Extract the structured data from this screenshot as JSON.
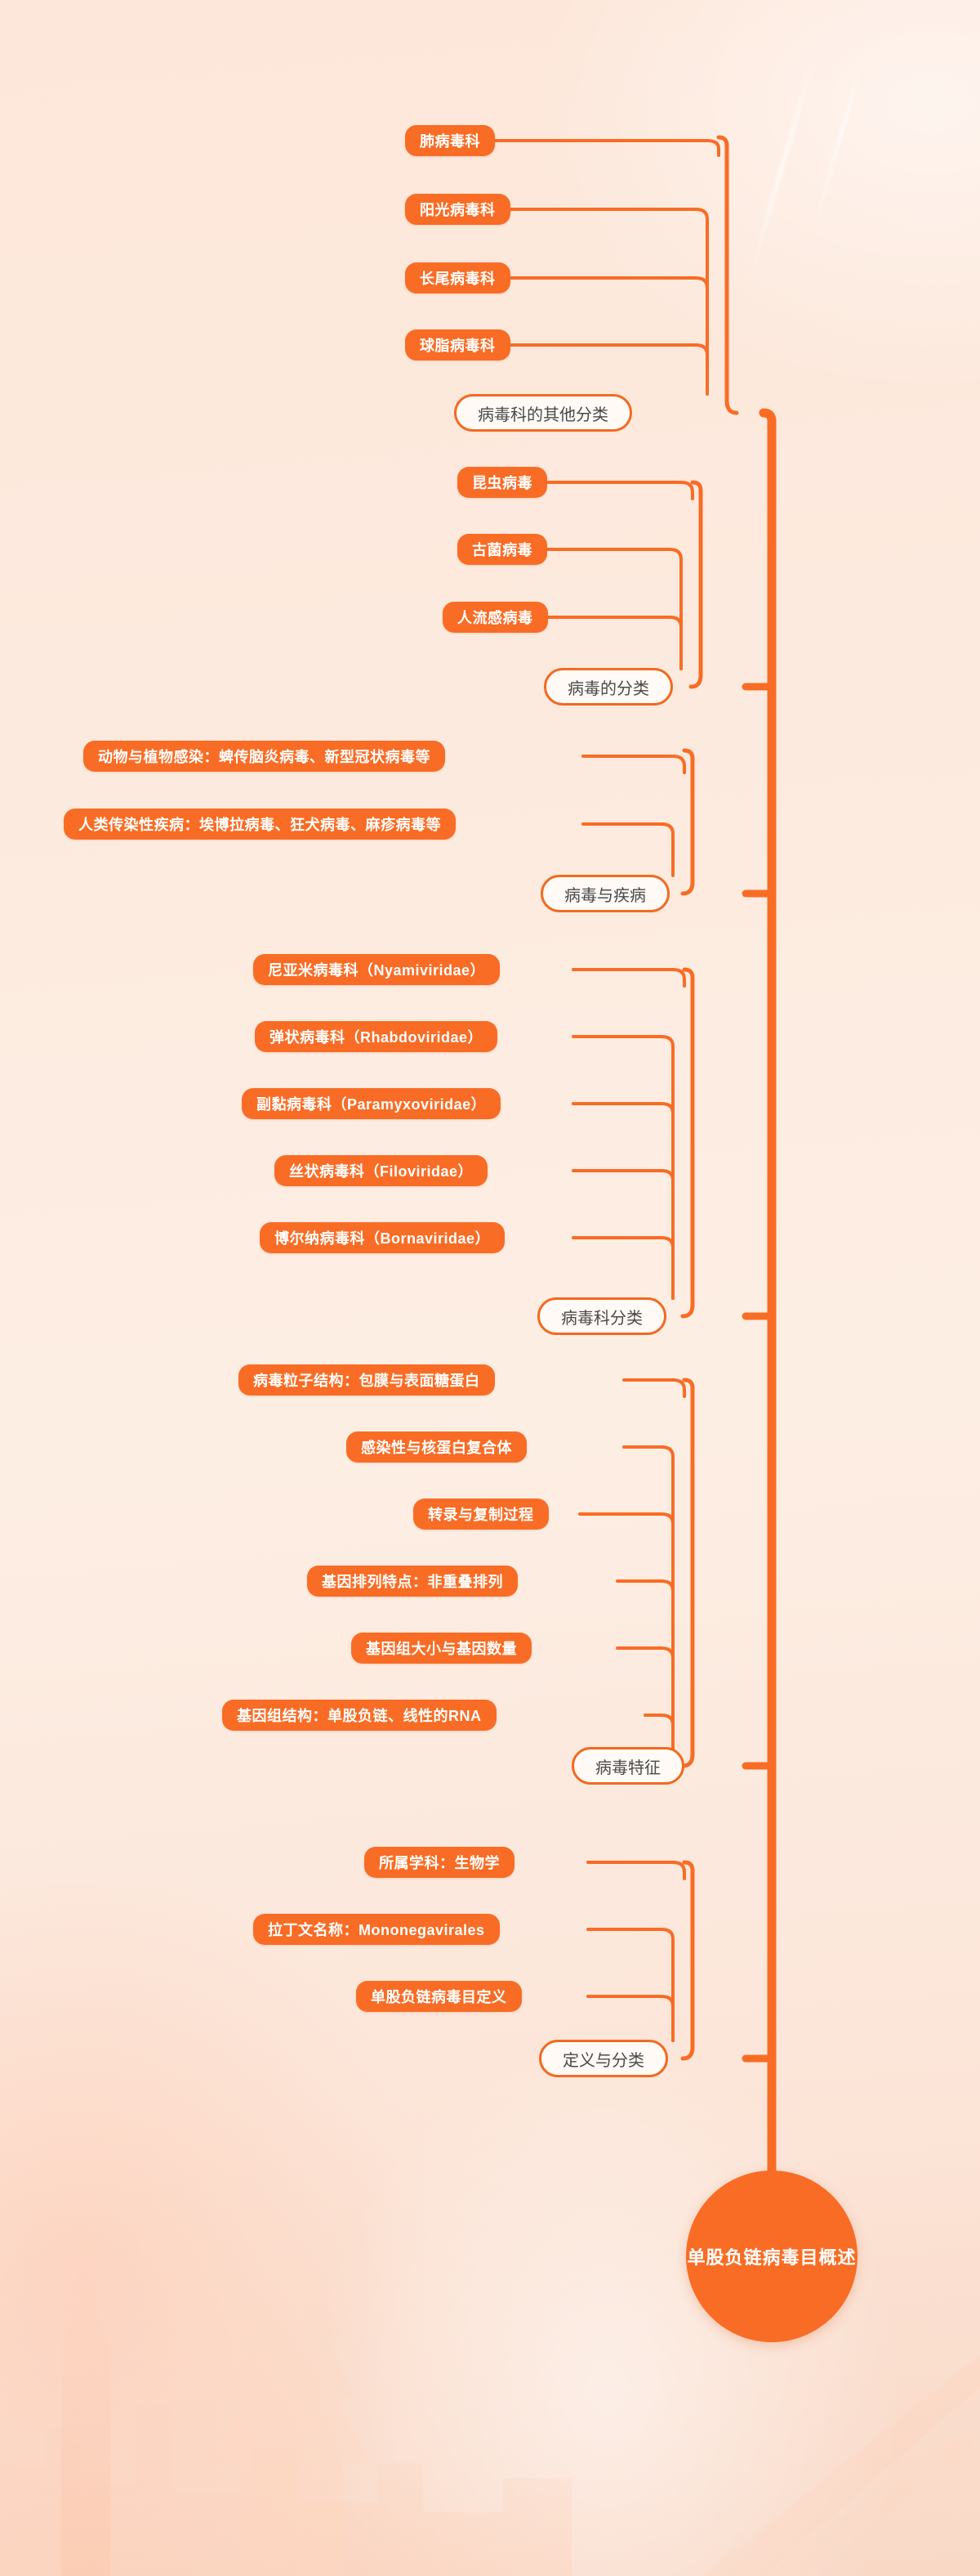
{
  "meta": {
    "title": "单股负链病毒目概述",
    "colors": {
      "accent": "#f96c25",
      "branch_border": "#f26a21",
      "branch_fill": "#fffaf6",
      "branch_text": "#4a4a4a",
      "leaf_text": "#ffffff",
      "background": "#fde8dc"
    }
  },
  "root": {
    "label": "单股负链病毒目概述"
  },
  "branches": [
    {
      "id": "other-family-classification",
      "label": "病毒科的其他分类",
      "leaves": [
        {
          "label": "肺病毒科"
        },
        {
          "label": "阳光病毒科"
        },
        {
          "label": "长尾病毒科"
        },
        {
          "label": "球脂病毒科"
        }
      ]
    },
    {
      "id": "virus-classification",
      "label": "病毒的分类",
      "leaves": [
        {
          "label": "昆虫病毒"
        },
        {
          "label": "古菌病毒"
        },
        {
          "label": "人流感病毒"
        }
      ]
    },
    {
      "id": "virus-and-disease",
      "label": "病毒与疾病",
      "leaves": [
        {
          "label": "动物与植物感染：蜱传脑炎病毒、新型冠状病毒等"
        },
        {
          "label": "人类传染性疾病：埃博拉病毒、狂犬病毒、麻疹病毒等"
        }
      ]
    },
    {
      "id": "family-classification",
      "label": "病毒科分类",
      "leaves": [
        {
          "label": "尼亚米病毒科（Nyamiviridae）"
        },
        {
          "label": "弹状病毒科（Rhabdoviridae）"
        },
        {
          "label": "副黏病毒科（Paramyxoviridae）"
        },
        {
          "label": "丝状病毒科（Filoviridae）"
        },
        {
          "label": "博尔纳病毒科（Bornaviridae）"
        }
      ]
    },
    {
      "id": "virus-features",
      "label": "病毒特征",
      "leaves": [
        {
          "label": "病毒粒子结构：包膜与表面糖蛋白"
        },
        {
          "label": "感染性与核蛋白复合体"
        },
        {
          "label": "转录与复制过程"
        },
        {
          "label": "基因排列特点：非重叠排列"
        },
        {
          "label": "基因组大小与基因数量"
        },
        {
          "label": "基因组结构：单股负链、线性的RNA"
        }
      ]
    },
    {
      "id": "definition-and-classification",
      "label": "定义与分类",
      "leaves": [
        {
          "label": "所属学科：生物学"
        },
        {
          "label": "拉丁文名称：Mononegavirales"
        },
        {
          "label": "单股负链病毒目定义"
        }
      ]
    }
  ]
}
